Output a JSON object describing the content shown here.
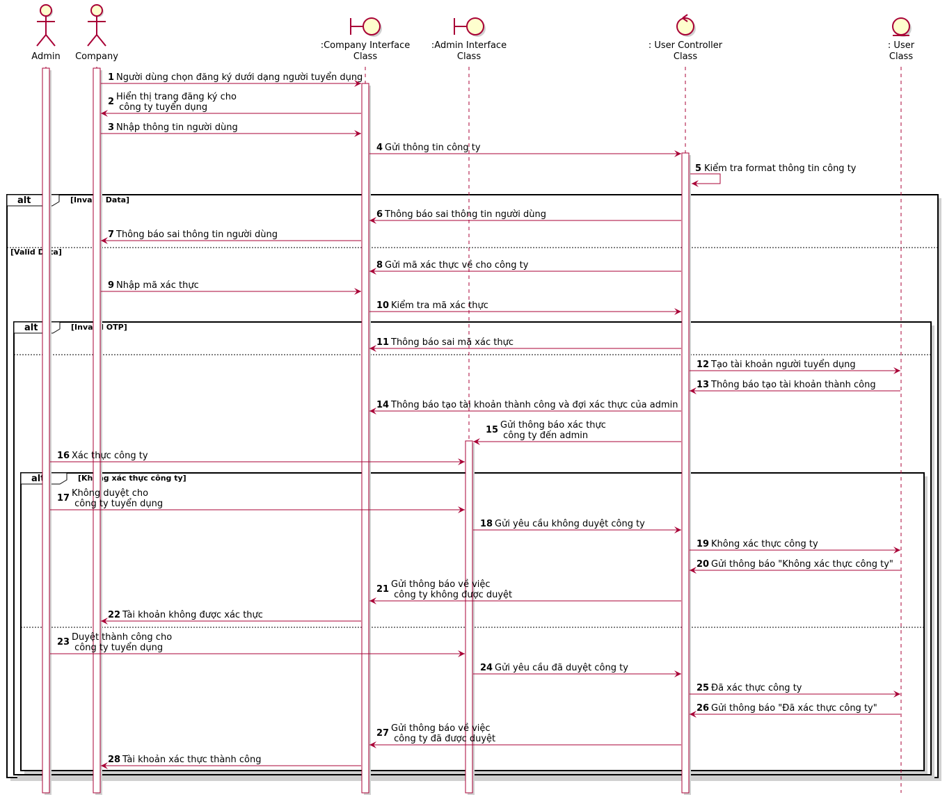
{
  "participants": [
    {
      "id": "admin",
      "kind": "actor",
      "lines": [
        "Admin"
      ]
    },
    {
      "id": "company",
      "kind": "actor",
      "lines": [
        "Company"
      ]
    },
    {
      "id": "company_ui",
      "kind": "boundary",
      "lines": [
        ":Company Interface",
        "Class"
      ]
    },
    {
      "id": "admin_ui",
      "kind": "boundary",
      "lines": [
        ":Admin Interface",
        "Class"
      ]
    },
    {
      "id": "user_ctrl",
      "kind": "control",
      "lines": [
        ": User Controller",
        "Class"
      ]
    },
    {
      "id": "user_ent",
      "kind": "entity",
      "lines": [
        ": User",
        "Class"
      ]
    }
  ],
  "messages": [
    {
      "n": "1",
      "from": "company",
      "to": "company_ui",
      "text": [
        "Người dùng chọn đăng ký dưới dạng người tuyển dụng"
      ]
    },
    {
      "n": "2",
      "from": "company_ui",
      "to": "company",
      "text": [
        "Hiển thị trang đăng ký cho",
        " công ty tuyển dụng"
      ]
    },
    {
      "n": "3",
      "from": "company",
      "to": "company_ui",
      "text": [
        "Nhập thông tin người dùng"
      ]
    },
    {
      "n": "4",
      "from": "company_ui",
      "to": "user_ctrl",
      "text": [
        "Gửi thông tin công ty"
      ]
    },
    {
      "n": "5",
      "from": "user_ctrl",
      "to": "user_ctrl",
      "text": [
        "Kiểm tra format thông tin công ty"
      ]
    },
    {
      "n": "6",
      "from": "user_ctrl",
      "to": "company_ui",
      "text": [
        "Thông báo sai thông tin người dùng"
      ]
    },
    {
      "n": "7",
      "from": "company_ui",
      "to": "company",
      "text": [
        "Thông báo sai thông tin người dùng"
      ]
    },
    {
      "n": "8",
      "from": "user_ctrl",
      "to": "company_ui",
      "text": [
        "Gửi mã xác thực về cho công ty"
      ]
    },
    {
      "n": "9",
      "from": "company",
      "to": "company_ui",
      "text": [
        "Nhập mã xác thực"
      ]
    },
    {
      "n": "10",
      "from": "company_ui",
      "to": "user_ctrl",
      "text": [
        "Kiểm tra mã xác thực"
      ]
    },
    {
      "n": "11",
      "from": "user_ctrl",
      "to": "company_ui",
      "text": [
        "Thông báo sai mã xác thực"
      ]
    },
    {
      "n": "12",
      "from": "user_ctrl",
      "to": "user_ent",
      "text": [
        "Tạo tài khoản người tuyển dụng"
      ]
    },
    {
      "n": "13",
      "from": "user_ent",
      "to": "user_ctrl",
      "text": [
        "Thông báo tạo tài khoản thành công"
      ]
    },
    {
      "n": "14",
      "from": "user_ctrl",
      "to": "company_ui",
      "text": [
        "Thông báo tạo tài khoản thành công và đợi xác thực của admin"
      ]
    },
    {
      "n": "15",
      "from": "user_ctrl",
      "to": "admin_ui",
      "text": [
        "Gửi thông báo xác thực",
        " công ty đến admin"
      ]
    },
    {
      "n": "16",
      "from": "admin",
      "to": "admin_ui",
      "text": [
        "Xác thực công ty"
      ]
    },
    {
      "n": "17",
      "from": "admin",
      "to": "admin_ui",
      "text": [
        "Không duyệt cho",
        " công ty tuyển dụng"
      ]
    },
    {
      "n": "18",
      "from": "admin_ui",
      "to": "user_ctrl",
      "text": [
        "Gửi yêu cầu không duyệt công ty"
      ]
    },
    {
      "n": "19",
      "from": "user_ctrl",
      "to": "user_ent",
      "text": [
        "Không xác thực công ty"
      ]
    },
    {
      "n": "20",
      "from": "user_ent",
      "to": "user_ctrl",
      "text": [
        "Gửi thông báo \"Không xác thực công ty\""
      ]
    },
    {
      "n": "21",
      "from": "user_ctrl",
      "to": "company_ui",
      "text": [
        "Gửi thông báo về việc",
        " công ty không được duyệt"
      ]
    },
    {
      "n": "22",
      "from": "company_ui",
      "to": "company",
      "text": [
        "Tài khoản không được xác thực"
      ]
    },
    {
      "n": "23",
      "from": "admin",
      "to": "admin_ui",
      "text": [
        "Duyệt thành công cho",
        " công ty tuyển dụng"
      ]
    },
    {
      "n": "24",
      "from": "admin_ui",
      "to": "user_ctrl",
      "text": [
        "Gửi yêu cầu đã duyệt công ty"
      ]
    },
    {
      "n": "25",
      "from": "user_ctrl",
      "to": "user_ent",
      "text": [
        "Đã xác thực công ty"
      ]
    },
    {
      "n": "26",
      "from": "user_ent",
      "to": "user_ctrl",
      "text": [
        "Gửi thông báo \"Đã xác thực công ty\""
      ]
    },
    {
      "n": "27",
      "from": "user_ctrl",
      "to": "company_ui",
      "text": [
        "Gửi thông báo về việc",
        " công ty đã được duyệt"
      ]
    },
    {
      "n": "28",
      "from": "company_ui",
      "to": "company",
      "text": [
        "Tài khoản xác thực thành công"
      ]
    }
  ],
  "fragments": [
    {
      "keyword": "alt",
      "guards": [
        "[Invalid Data]",
        "[Valid Data]"
      ]
    },
    {
      "keyword": "alt",
      "guards": [
        "[Invalid OTP]",
        ""
      ]
    },
    {
      "keyword": "alt",
      "guards": [
        "[Không xác thực công ty]",
        ""
      ]
    }
  ],
  "colors": {
    "line": "#a80036",
    "fill": "#fefece",
    "shadow": "#d0d0d0",
    "frame": "#000000"
  }
}
